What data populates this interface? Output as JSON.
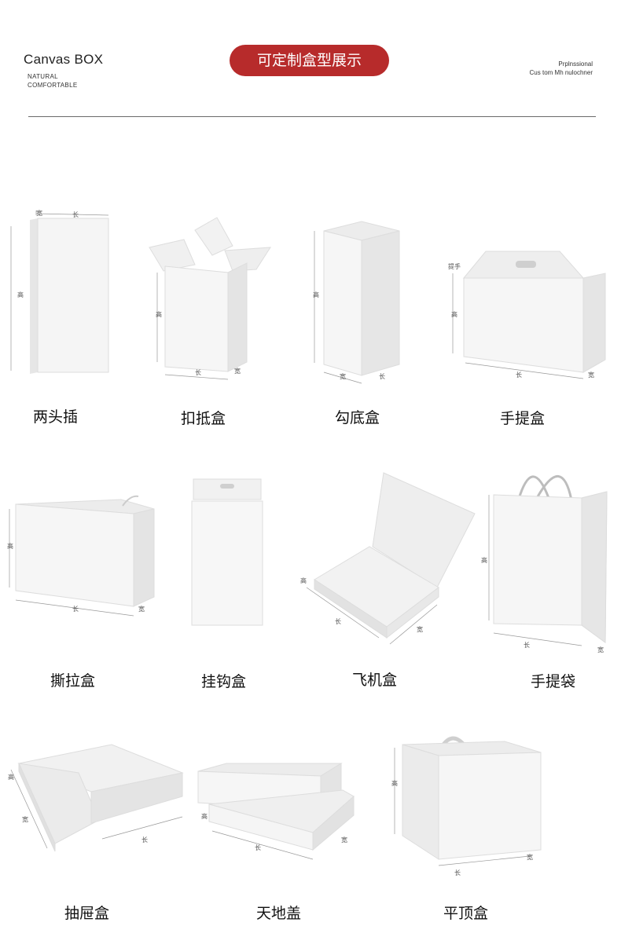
{
  "header": {
    "brand": "Canvas BOX",
    "brand_sub_1": "NATURAL",
    "brand_sub_2": "COMFORTABLE",
    "title": "可定制盒型展示",
    "right_line_1": "Prplnssional",
    "right_line_2": "Cus tom Mh nulochner"
  },
  "colors": {
    "accent": "#b72b2b",
    "box": "#f4f4f4",
    "box_shade": "#e2e2e2",
    "line": "#9a9a9a"
  },
  "dim_labels": {
    "length": "长",
    "width": "宽",
    "height": "高",
    "handle": "提手"
  },
  "products": [
    {
      "label": "两头插"
    },
    {
      "label": "扣抵盒"
    },
    {
      "label": "勾底盒"
    },
    {
      "label": "手提盒"
    },
    {
      "label": "撕拉盒"
    },
    {
      "label": "挂钩盒"
    },
    {
      "label": "飞机盒"
    },
    {
      "label": "手提袋"
    },
    {
      "label": "抽屉盒"
    },
    {
      "label": "天地盖"
    },
    {
      "label": "平顶盒"
    }
  ]
}
